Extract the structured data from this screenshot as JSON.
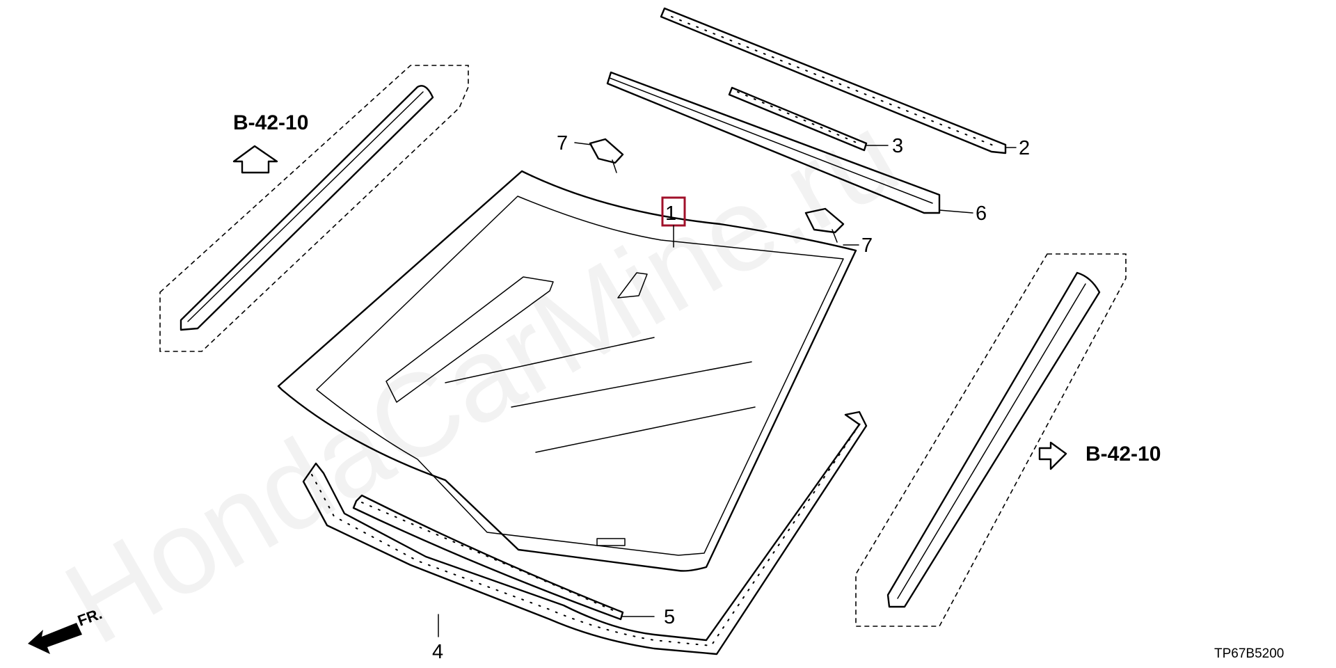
{
  "watermark": "HondaCarMine.ru",
  "callouts": {
    "part1": "1",
    "part2": "2",
    "part3": "3",
    "part4": "4",
    "part5": "5",
    "part6": "6",
    "part7a": "7",
    "part7b": "7"
  },
  "references": {
    "upper_left": "B-42-10",
    "right": "B-42-10"
  },
  "direction_label": "FR.",
  "diagram_code": "TP67B5200",
  "highlight_color": "#a0102a"
}
